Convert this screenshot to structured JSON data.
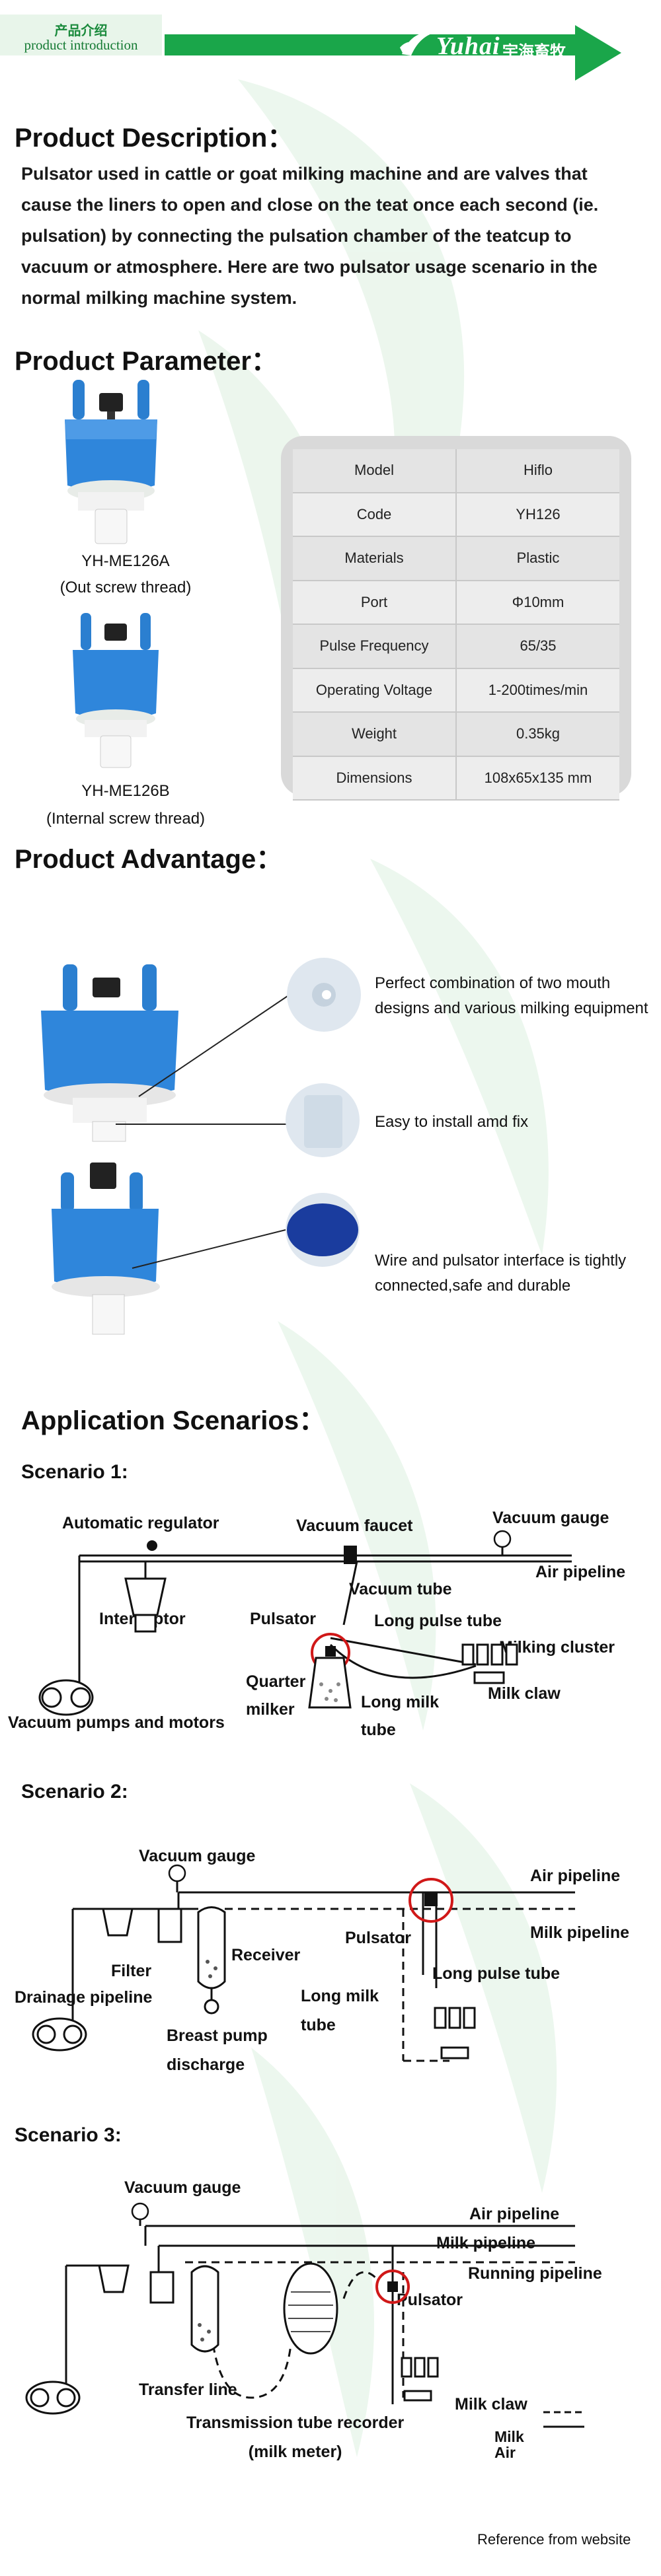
{
  "header": {
    "label_cn": "产品介绍",
    "label_en": "product introduction",
    "brand": "Yuhai",
    "brand_cn": "宇海畜牧",
    "bar_color": "#1aa64a"
  },
  "description": {
    "title": "Product Description：",
    "text": "Pulsator used in cattle or goat milking machine and are valves that cause the liners to open and close on the teat once each second (ie. pulsation) by connecting the pulsation chamber of the teatcup to vacuum or atmosphere. Here are two pulsator usage scenario in the normal milking machine system."
  },
  "parameter": {
    "title": "Product Parameter：",
    "model_a_name": "YH-ME126A",
    "model_a_note": "(Out screw thread)",
    "model_b_name": "YH-ME126B",
    "model_b_note": "(Internal screw thread)",
    "rows": [
      {
        "key": "Model",
        "value": "Hiflo"
      },
      {
        "key": "Code",
        "value": "YH126"
      },
      {
        "key": "Materials",
        "value": "Plastic"
      },
      {
        "key": "Port",
        "value": "Φ10mm"
      },
      {
        "key": "Pulse Frequency",
        "value": "65/35"
      },
      {
        "key": "Operating Voltage",
        "value": "1-200times/min"
      },
      {
        "key": "Weight",
        "value": "0.35kg"
      },
      {
        "key": "Dimensions",
        "value": "108x65x135 mm"
      }
    ]
  },
  "advantage": {
    "title": "Product Advantage：",
    "items": [
      "Perfect combination of two mouth designs and various milking equipment",
      "Easy to install amd fix",
      "Wire and pulsator interface is tightly connected,safe and durable"
    ]
  },
  "application": {
    "title": "Application Scenarios：",
    "scenario1": {
      "label": "Scenario 1:",
      "automatic_regulator": "Automatic regulator",
      "vacuum_faucet": "Vacuum faucet",
      "vacuum_gauge": "Vacuum gauge",
      "air_pipeline": "Air pipeline",
      "interceptor": "Interceptor",
      "vacuum_tube": "Vacuum tube",
      "pulsator": "Pulsator",
      "long_pulse_tube": "Long pulse tube",
      "milking_cluster": "Milking cluster",
      "quarter_milker": "Quarter\nmilker",
      "long_milk_tube": "Long milk\ntube",
      "milk_claw": "Milk claw",
      "vacuum_pumps": "Vacuum pumps and motors"
    },
    "scenario2": {
      "label": "Scenario 2:",
      "vacuum_gauge": "Vacuum gauge",
      "air_pipeline": "Air pipeline",
      "milk_pipeline": "Milk pipeline",
      "receiver": "Receiver",
      "pulsator": "Pulsator",
      "filter": "Filter",
      "drainage_pipeline": "Drainage pipeline",
      "long_pulse_tube": "Long pulse tube",
      "long_milk_tube": "Long milk\ntube",
      "breast_pump": "Breast pump\ndischarge"
    },
    "scenario3": {
      "label": "Scenario 3:",
      "vacuum_gauge": "Vacuum gauge",
      "air_pipeline": "Air pipeline",
      "milk_pipeline": "Milk pipeline",
      "running_pipeline": "Running pipeline",
      "pulsator": "Pulsator",
      "transfer_line": "Transfer line",
      "transmission": "Transmission tube recorder\n(milk meter)",
      "milk_claw": "Milk claw",
      "legend_milk": "Milk",
      "legend_air": "Air"
    }
  },
  "footer": {
    "reference": "Reference from website"
  }
}
